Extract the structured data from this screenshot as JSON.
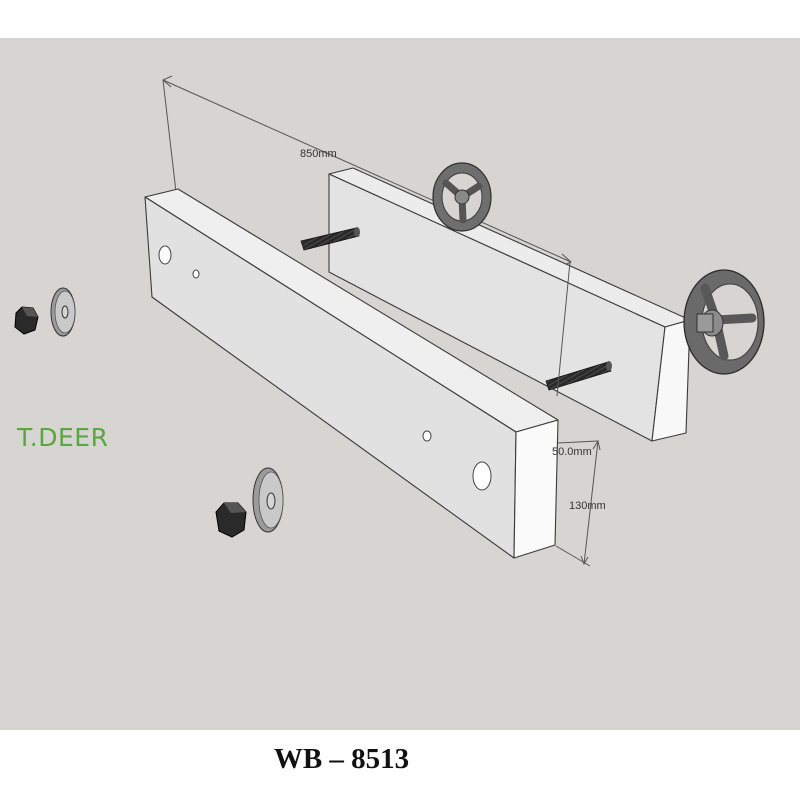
{
  "brand": "T.DEER",
  "model": "WB – 8513",
  "dimensions": {
    "length": "850mm",
    "thickness": "50.0mm",
    "height": "130mm"
  },
  "colors": {
    "background": "#d6d5d1",
    "board_top": "#f1f1f1",
    "board_front": "#e0e0e0",
    "board_end": "#fbfbfb",
    "brand": "#5aa63f",
    "hardware": "#2a2a2a"
  },
  "components": {
    "front_jaw": "wooden-board",
    "rear_jaw": "wooden-board",
    "threaded_rods": 2,
    "handwheels": 2,
    "washers": 2,
    "nuts": 2
  }
}
